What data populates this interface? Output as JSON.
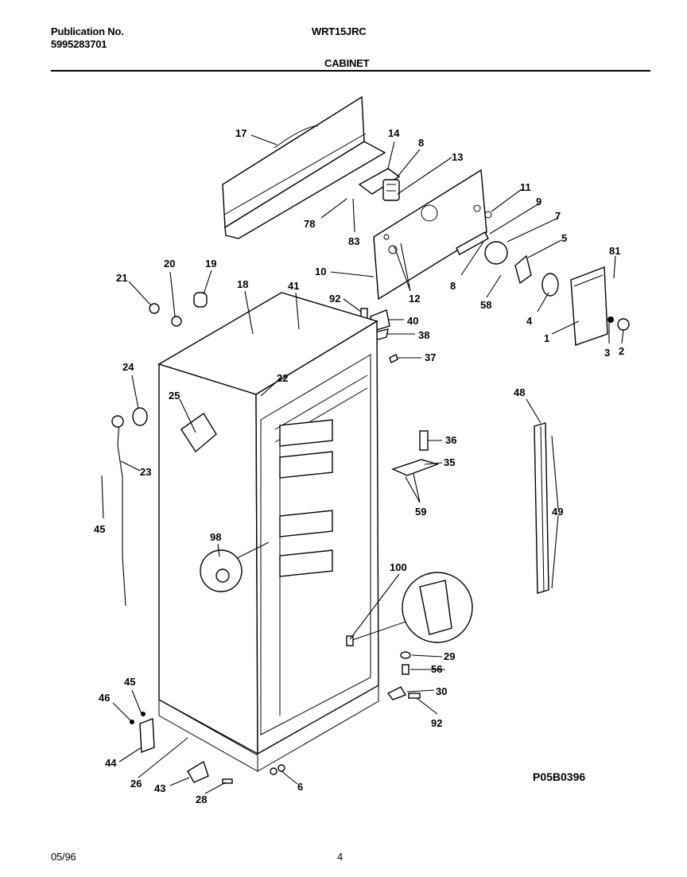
{
  "header": {
    "publication_label": "Publication No.",
    "publication_number": "5995283701",
    "model": "WRT15JRC",
    "section": "CABINET"
  },
  "diagram": {
    "code": "P05B0396",
    "labels": [
      "17",
      "14",
      "8",
      "13",
      "78",
      "83",
      "11",
      "9",
      "7",
      "5",
      "81",
      "10",
      "8",
      "12",
      "58",
      "1",
      "4",
      "3",
      "2",
      "21",
      "20",
      "19",
      "18",
      "41",
      "92",
      "40",
      "38",
      "37",
      "22",
      "24",
      "25",
      "23",
      "45",
      "36",
      "35",
      "59",
      "48",
      "49",
      "98",
      "100",
      "29",
      "56",
      "30",
      "92",
      "45",
      "46",
      "44",
      "26",
      "43",
      "28",
      "6"
    ]
  },
  "footer": {
    "date": "05/96",
    "page": "4"
  }
}
